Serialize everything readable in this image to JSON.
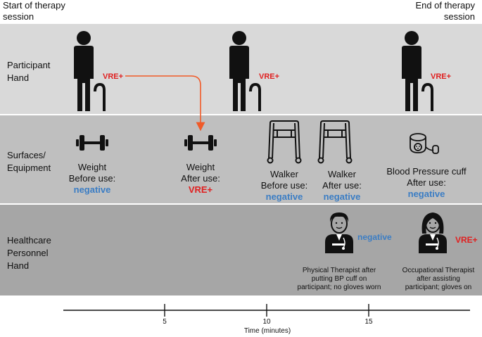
{
  "header": {
    "start_line1": "Start of therapy",
    "start_line2": "session",
    "end_line1": "End of therapy",
    "end_line2": "session"
  },
  "rows": {
    "participant_line1": "Participant",
    "participant_line2": "Hand",
    "surfaces_line1": "Surfaces/",
    "surfaces_line2": "Equipment",
    "hcp_line1": "Healthcare",
    "hcp_line2": "Personnel",
    "hcp_line3": "Hand"
  },
  "participant": {
    "vre_1": "VRE+",
    "vre_2": "VRE+",
    "vre_3": "VRE+"
  },
  "equipment": {
    "weight_before_name": "Weight",
    "weight_before_label": "Before use:",
    "weight_before_result": "negative",
    "weight_after_name": "Weight",
    "weight_after_label": "After use:",
    "weight_after_result": "VRE+",
    "walker_before_name": "Walker",
    "walker_before_label": "Before use:",
    "walker_before_result": "negative",
    "walker_after_name": "Walker",
    "walker_after_label": "After use:",
    "walker_after_result": "negative",
    "bp_name": "Blood Pressure cuff",
    "bp_label": "After use:",
    "bp_result": "negative"
  },
  "personnel": {
    "pt_result": "negative",
    "pt_caption_1": "Physical Therapist after",
    "pt_caption_2": "putting BP cuff on",
    "pt_caption_3": "participant; no gloves worn",
    "ot_result": "VRE+",
    "ot_caption_1": "Occupational Therapist",
    "ot_caption_2": "after assisting",
    "ot_caption_3": "participant; gloves on"
  },
  "timeline": {
    "ticks": [
      "5",
      "10",
      "15"
    ],
    "axis_title": "Time (minutes)"
  },
  "colors": {
    "positive": "#e02020",
    "negative": "#3b7dc4",
    "arrow": "#f05a28"
  }
}
